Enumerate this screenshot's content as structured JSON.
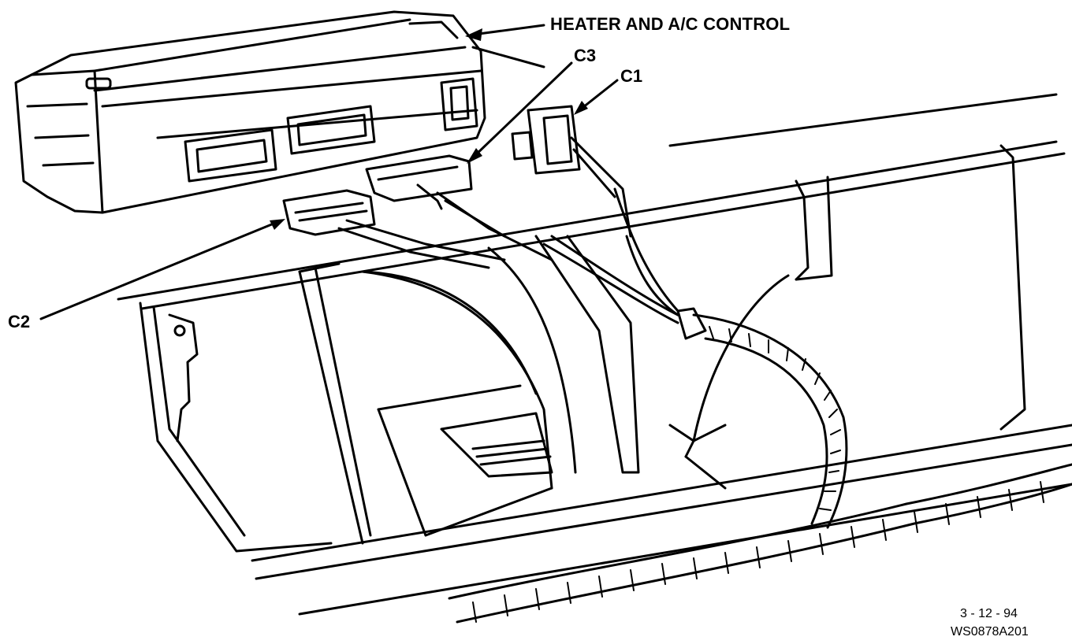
{
  "labels": {
    "heater_control": "HEATER AND A/C CONTROL",
    "c1": "C1",
    "c2": "C2",
    "c3": "C3"
  },
  "stamp": {
    "date": "3 - 12 - 94",
    "code": "WS0878A201"
  },
  "colors": {
    "ink": "#000000",
    "paper": "#ffffff"
  }
}
